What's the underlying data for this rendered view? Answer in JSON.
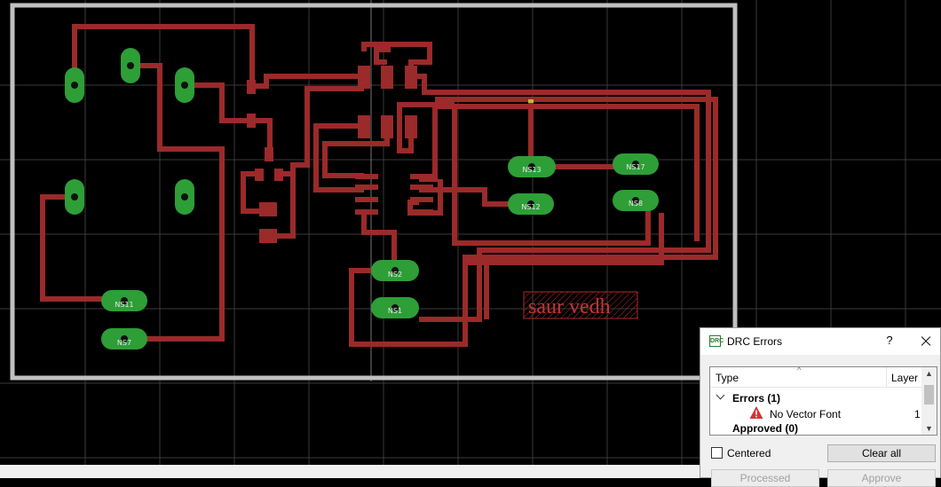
{
  "board": {
    "footprints": [
      "NS11",
      "NS7",
      "NS2",
      "NS1",
      "NS13",
      "NS17",
      "NS12",
      "NS8"
    ],
    "silkscreen_text": "saur vedh",
    "trace_color": "#9b2a2a",
    "pad_color": "#2e9e37",
    "outline_color": "#c0c0c0",
    "grid_color": "#3a3a3a"
  },
  "drc": {
    "title": "DRC Errors",
    "help": "?",
    "col_type": "Type",
    "col_layer": "Layer",
    "errors_group": "Errors (1)",
    "error_item": "No Vector Font",
    "error_layer": "1",
    "approved_group": "Approved (0)",
    "centered_label": "Centered",
    "clear_all": "Clear all",
    "processed": "Processed",
    "approve": "Approve",
    "icons": [
      "drc-app-icon",
      "close-icon",
      "warning-icon",
      "chevron-down-icon"
    ]
  }
}
